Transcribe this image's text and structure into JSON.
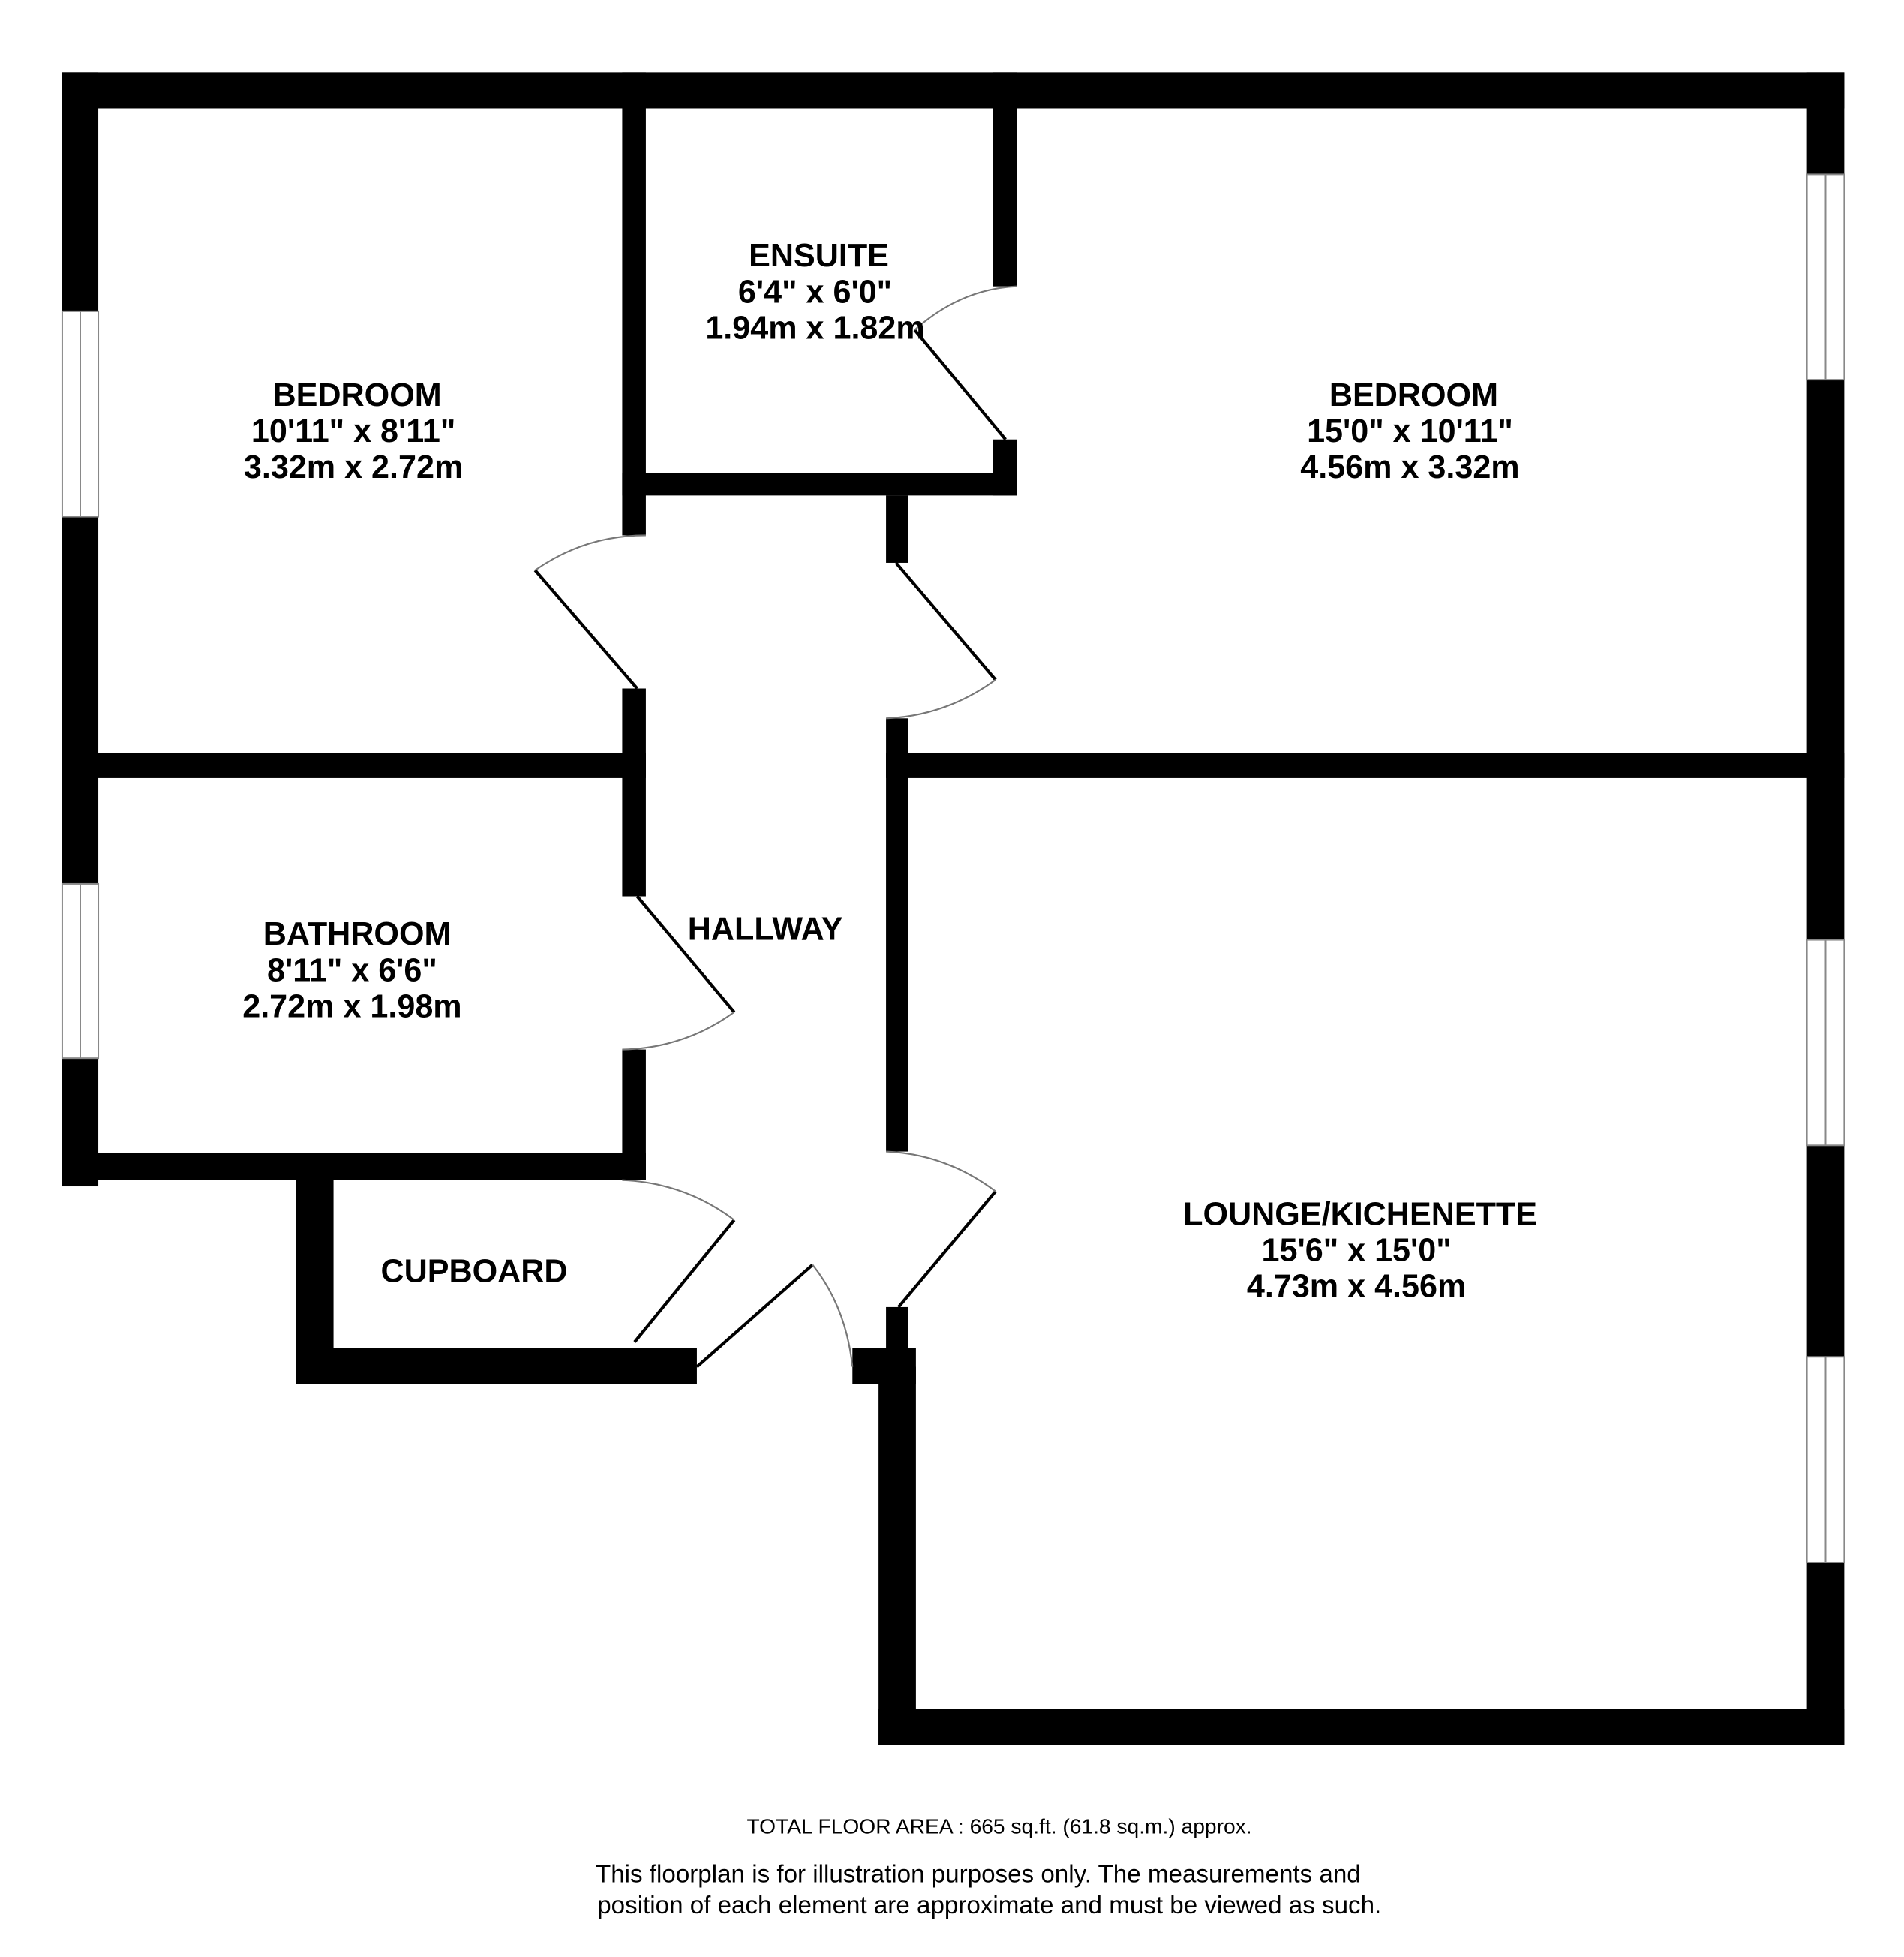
{
  "rooms": {
    "bedroom1": {
      "name": "BEDROOM",
      "imperial": "10'11\"  x 8'11\"",
      "metric": "3.32m  x 2.72m"
    },
    "ensuite": {
      "name": "ENSUITE",
      "imperial": "6'4\"  x 6'0\"",
      "metric": "1.94m  x 1.82m"
    },
    "bedroom2": {
      "name": "BEDROOM",
      "imperial": "15'0\"  x 10'11\"",
      "metric": "4.56m  x 3.32m"
    },
    "bathroom": {
      "name": "BATHROOM",
      "imperial": "8'11\"  x 6'6\"",
      "metric": "2.72m  x 1.98m"
    },
    "hallway": {
      "name": "HALLWAY"
    },
    "cupboard": {
      "name": "CUPBOARD"
    },
    "lounge": {
      "name": "LOUNGE/KICHENETTE",
      "imperial": "15'6\"  x 15'0\"",
      "metric": "4.73m  x 4.56m"
    }
  },
  "footer": {
    "total_area": "TOTAL FLOOR AREA : 665 sq.ft. (61.8 sq.m.) approx.",
    "disclaimer_line1": "This floorplan is for illustration purposes only. The measurements and",
    "disclaimer_line2": "position of each element are approximate and must be viewed as such."
  }
}
